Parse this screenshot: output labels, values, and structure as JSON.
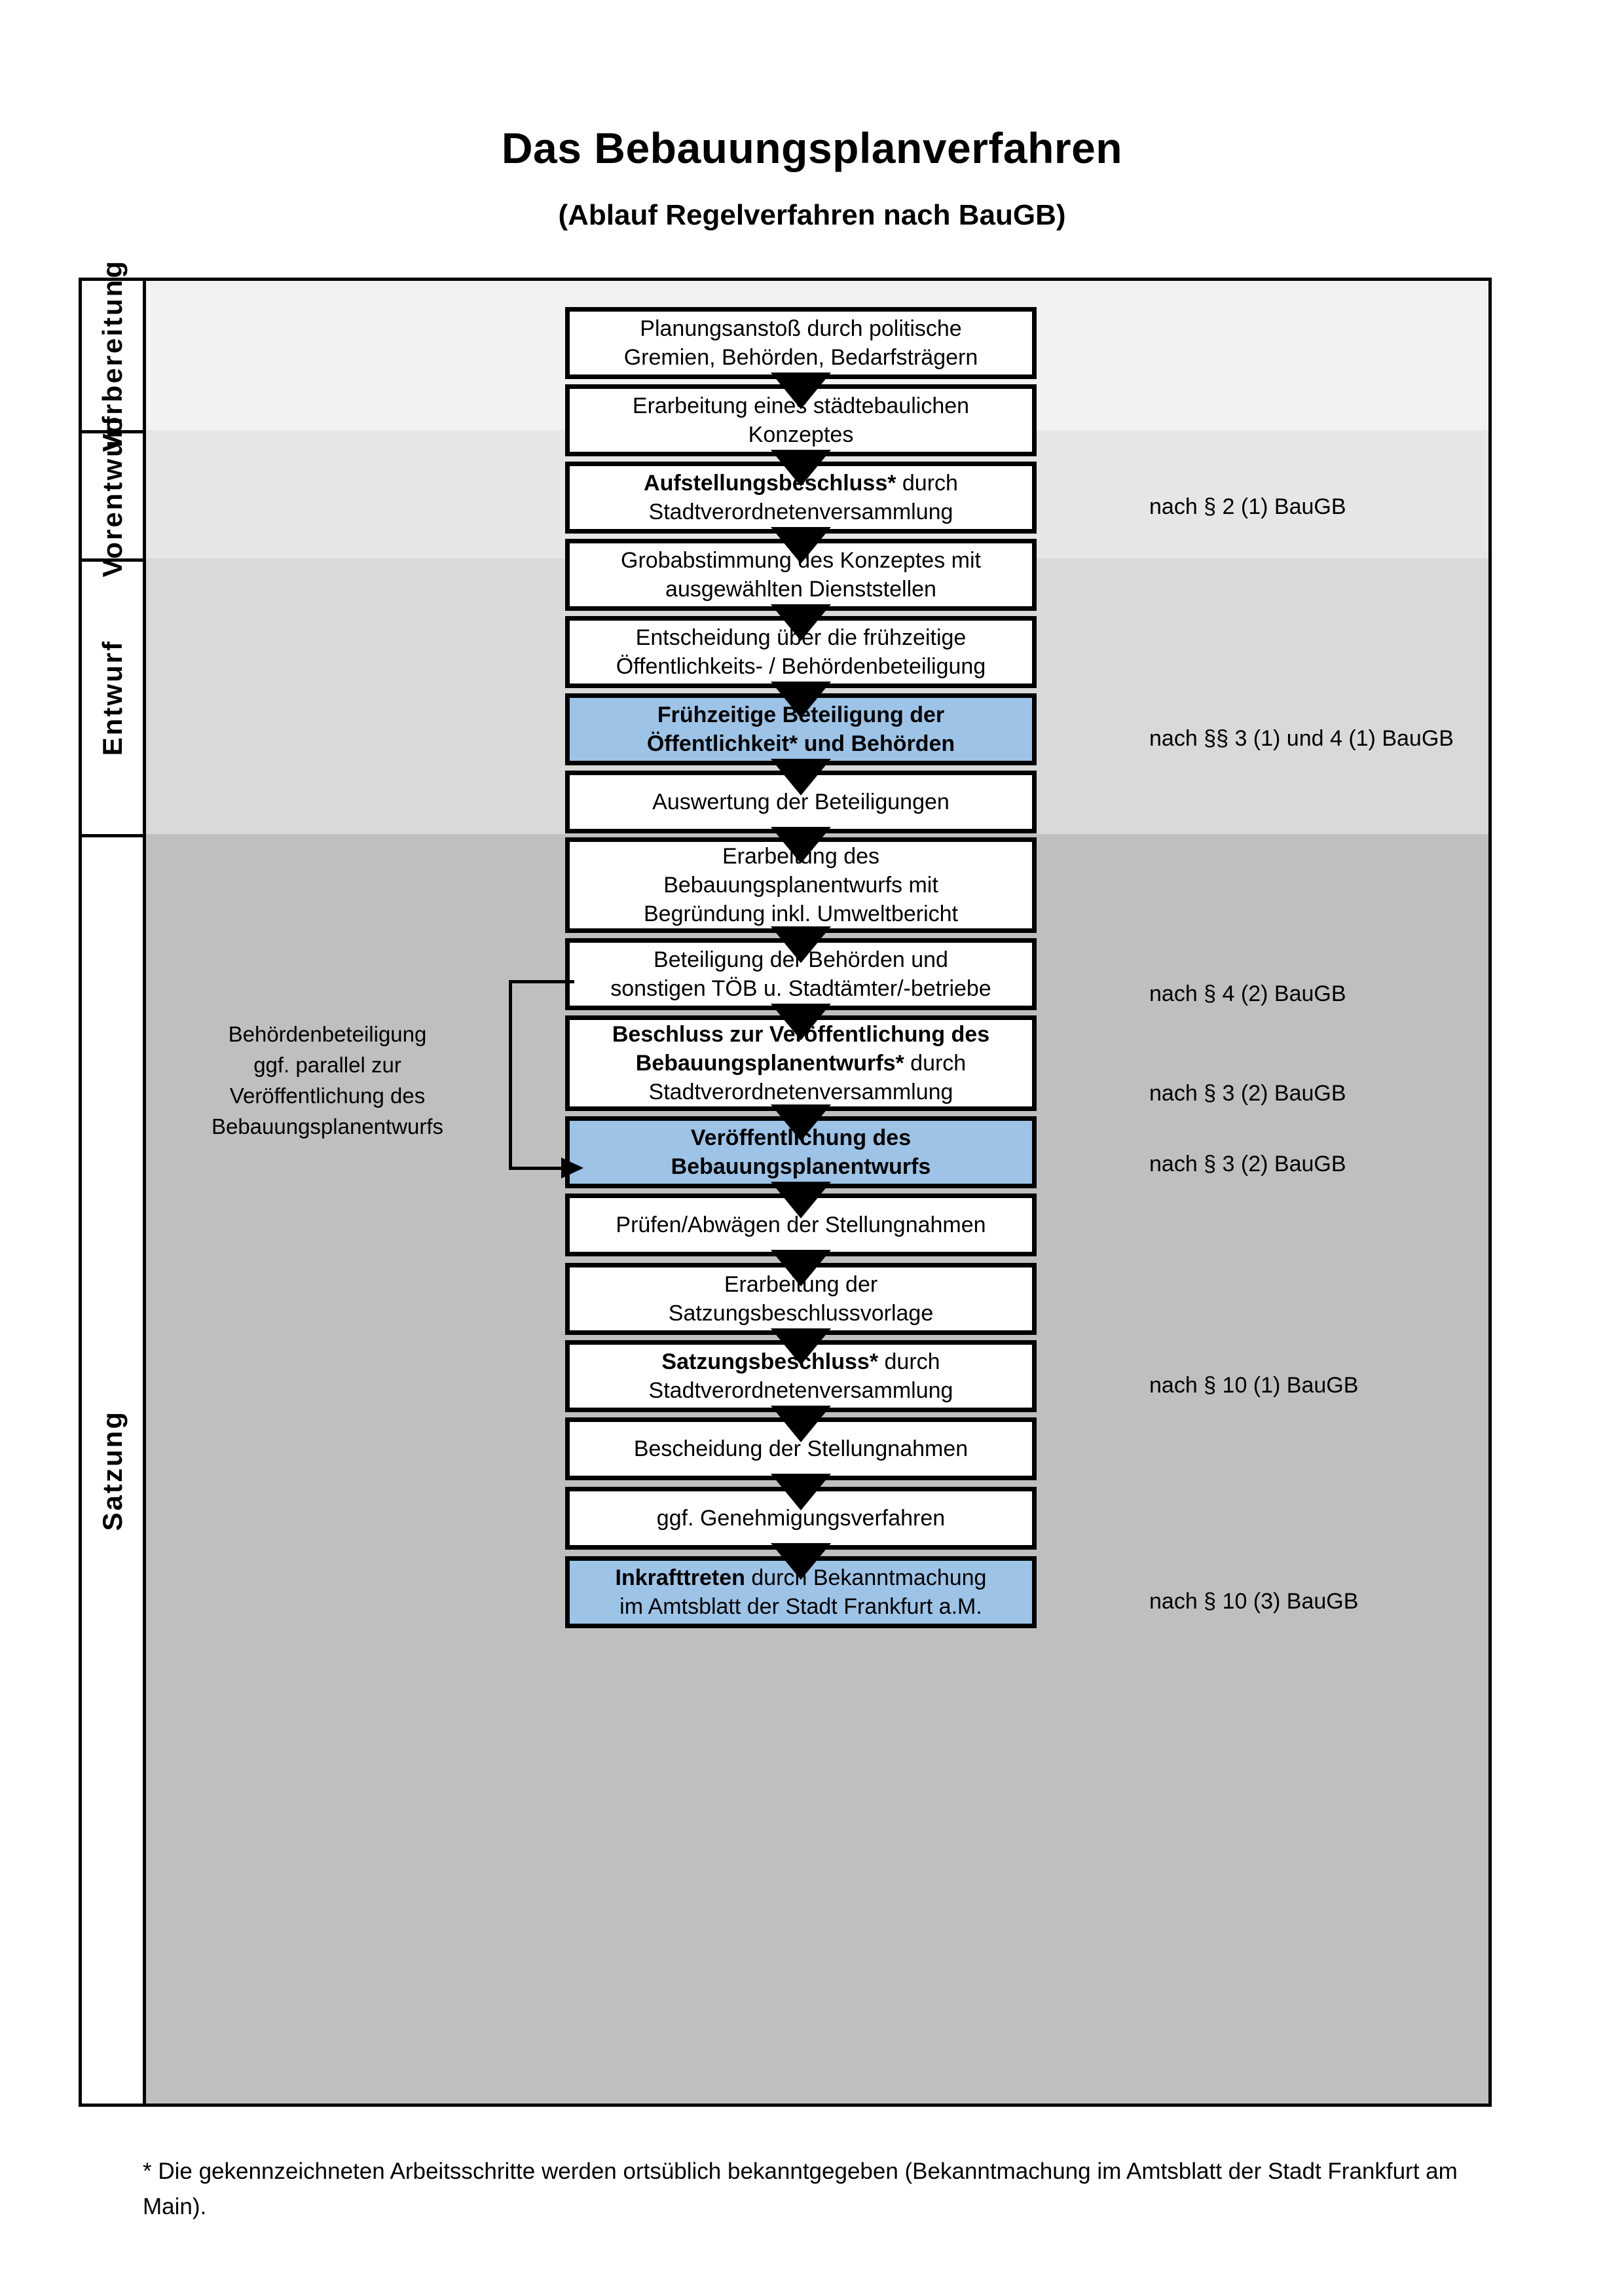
{
  "header": {
    "title": "Das Bebauungsplanverfahren",
    "subtitle": "(Ablauf Regelverfahren nach BauGB)"
  },
  "colors": {
    "highlight_blue": "#9DC3E6",
    "band_1": "#F2F2F2",
    "band_2": "#E6E6E6",
    "band_3": "#D9D9D9",
    "band_4": "#BFBFBF",
    "line": "#000000"
  },
  "phases": [
    {
      "label": "Vorbereitung",
      "background": "#F2F2F2"
    },
    {
      "label": "Vorentwurf",
      "background": "#E6E6E6"
    },
    {
      "label": "Entwurf",
      "background": "#D9D9D9"
    },
    {
      "label": "Satzung",
      "background": "#BFBFBF"
    }
  ],
  "steps": [
    {
      "id": "planungsanstoss",
      "lines": [
        "Planungsanstoß durch politische",
        "Gremien, Behörden, Bedarfsträgern"
      ],
      "bold_prefix": "",
      "highlighted": false
    },
    {
      "id": "konzept",
      "lines": [
        "Erarbeitung eines städtebaulichen",
        "Konzeptes"
      ],
      "bold_prefix": "",
      "highlighted": false
    },
    {
      "id": "aufstellungsbeschluss",
      "lines": [
        "Aufstellungsbeschluss* durch",
        "Stadtverordnetenversammlung"
      ],
      "bold_prefix": "Aufstellungsbeschluss*",
      "highlighted": false
    },
    {
      "id": "grobabstimmung",
      "lines": [
        "Grobabstimmung des Konzeptes mit",
        "ausgewählten Dienststellen"
      ],
      "bold_prefix": "",
      "highlighted": false
    },
    {
      "id": "entscheidung",
      "lines": [
        "Entscheidung über die frühzeitige",
        "Öffentlichkeits- / Behördenbeteiligung"
      ],
      "bold_prefix": "",
      "highlighted": false
    },
    {
      "id": "fruehzeitige-beteiligung",
      "lines": [
        "Frühzeitige Beteiligung der",
        "Öffentlichkeit* und Behörden"
      ],
      "bold_prefix": "ALL",
      "highlighted": true
    },
    {
      "id": "auswertung",
      "lines": [
        "Auswertung der Beteiligungen"
      ],
      "bold_prefix": "",
      "highlighted": false
    },
    {
      "id": "erarbeitung-entwurf",
      "lines": [
        "Erarbeitung des",
        "Bebauungsplanentwurfs mit",
        "Begründung inkl. Umweltbericht"
      ],
      "bold_prefix": "",
      "highlighted": false
    },
    {
      "id": "behoerdenbeteiligung",
      "lines": [
        "Beteiligung der Behörden und",
        "sonstigen TÖB u. Stadtämter/-betriebe"
      ],
      "bold_prefix": "",
      "highlighted": false
    },
    {
      "id": "beschluss-veroeffentlichung",
      "lines": [
        "Beschluss zur Veröffentlichung des",
        "Bebauungsplanentwurfs* durch",
        "Stadtverordnetenversammlung"
      ],
      "bold_prefix": "Beschluss zur Veröffentlichung des Bebauungsplanentwurfs*",
      "highlighted": false
    },
    {
      "id": "veroeffentlichung",
      "lines": [
        "Veröffentlichung des",
        "Bebauungsplanentwurfs"
      ],
      "bold_prefix": "ALL",
      "highlighted": true
    },
    {
      "id": "pruefen-abwaegen",
      "lines": [
        "Prüfen/Abwägen der Stellungnahmen"
      ],
      "bold_prefix": "",
      "highlighted": false
    },
    {
      "id": "satzungsvorlage",
      "lines": [
        "Erarbeitung der",
        "Satzungsbeschlussvorlage"
      ],
      "bold_prefix": "",
      "highlighted": false
    },
    {
      "id": "satzungsbeschluss",
      "lines": [
        "Satzungsbeschluss* durch",
        "Stadtverordnetenversammlung"
      ],
      "bold_prefix": "Satzungsbeschluss*",
      "highlighted": false
    },
    {
      "id": "bescheidung",
      "lines": [
        "Bescheidung der Stellungnahmen"
      ],
      "bold_prefix": "",
      "highlighted": false
    },
    {
      "id": "genehmigungsverfahren",
      "lines": [
        "ggf. Genehmigungsverfahren"
      ],
      "bold_prefix": "",
      "highlighted": false
    },
    {
      "id": "inkrafttreten",
      "lines": [
        "Inkrafttreten durch Bekanntmachung",
        "im Amtsblatt der Stadt Frankfurt a.M."
      ],
      "bold_prefix": "Inkrafttreten",
      "highlighted": true
    }
  ],
  "legal_refs": [
    {
      "id": "ref-2-1",
      "text": "nach § 2 (1) BauGB"
    },
    {
      "id": "ref-3-1-4-1",
      "text": "nach §§ 3 (1) und 4 (1) BauGB"
    },
    {
      "id": "ref-4-2",
      "text": "nach § 4 (2) BauGB"
    },
    {
      "id": "ref-3-2-a",
      "text": "nach § 3 (2) BauGB"
    },
    {
      "id": "ref-3-2-b",
      "text": "nach § 3 (2) BauGB"
    },
    {
      "id": "ref-10-1",
      "text": "nach § 10 (1) BauGB"
    },
    {
      "id": "ref-10-3",
      "text": "nach § 10 (3) BauGB"
    }
  ],
  "side_note": {
    "lines": [
      "Behördenbeteiligung",
      "ggf. parallel zur",
      "Veröffentlichung des",
      "Bebauungsplanentwurfs"
    ]
  },
  "footnote": {
    "text": "* Die gekennzeichneten Arbeitsschritte werden ortsüblich bekanntgegeben (Bekanntmachung im Amtsblatt  der Stadt Frankfurt am Main)."
  }
}
